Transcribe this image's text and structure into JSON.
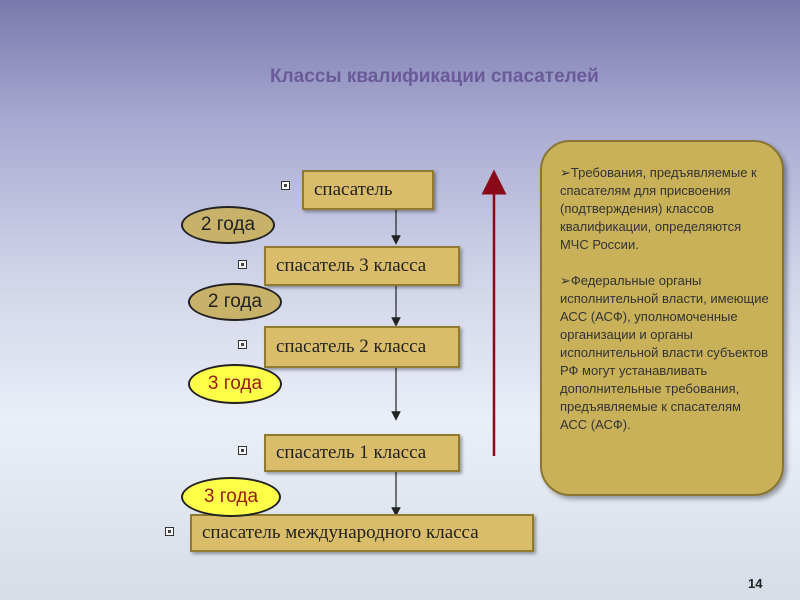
{
  "title": "Классы квалификации спасателей",
  "levels": [
    "спасатель",
    "спасатель 3 класса",
    "спасатель 2 класса",
    "спасатель 1 класса",
    "спасатель международного класса"
  ],
  "periods": [
    "2 года",
    "2 года",
    "3 года",
    "3 года"
  ],
  "note": {
    "paragraph1": "➢Требования, предъявляемые к спасателям для присвоения (подтверждения) классов квалификации, определяются МЧС России.",
    "paragraph2": "➢Федеральные органы исполнительной власти, имеющие АСС (АСФ), уполномоченные организации и органы исполнительной власти субъектов РФ могут устанавливать дополнительные требования, предъявляемые к спасателям АСС (АСФ)."
  },
  "page_number": "14",
  "colors": {
    "box": "#d9bd6a",
    "note": "#c9b15a",
    "highlight": "#ffff4a",
    "arrow_up": "#8b0a1a"
  }
}
